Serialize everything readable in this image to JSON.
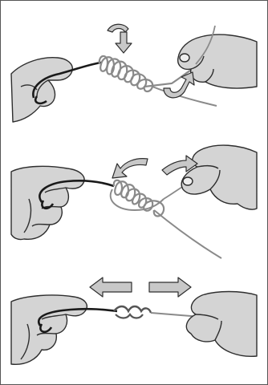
{
  "figure": {
    "background": "#ffffff",
    "border_color": "#555555",
    "skin_fill": "#d4d4d4",
    "skin_shadow": "#b3b3b3",
    "outline": "#2e2e2e",
    "dark_line_color": "#1a1a1a",
    "light_line_color": "#8a8a8a",
    "arrow_fill": "#c8c8c8",
    "steps": [
      {
        "name": "wrap-tag-end-around-standing-line",
        "arrow_icons": [
          "twist-down-arrow-icon",
          "curved-up-arrow-icon"
        ]
      },
      {
        "name": "pass-tag-end-back-through-loop",
        "arrow_icons": [
          "curved-left-arrow-icon",
          "curved-right-arrow-icon"
        ]
      },
      {
        "name": "pull-lines-to-tighten-knot",
        "arrow_icons": [
          "left-arrow-icon",
          "right-arrow-icon"
        ]
      }
    ]
  }
}
